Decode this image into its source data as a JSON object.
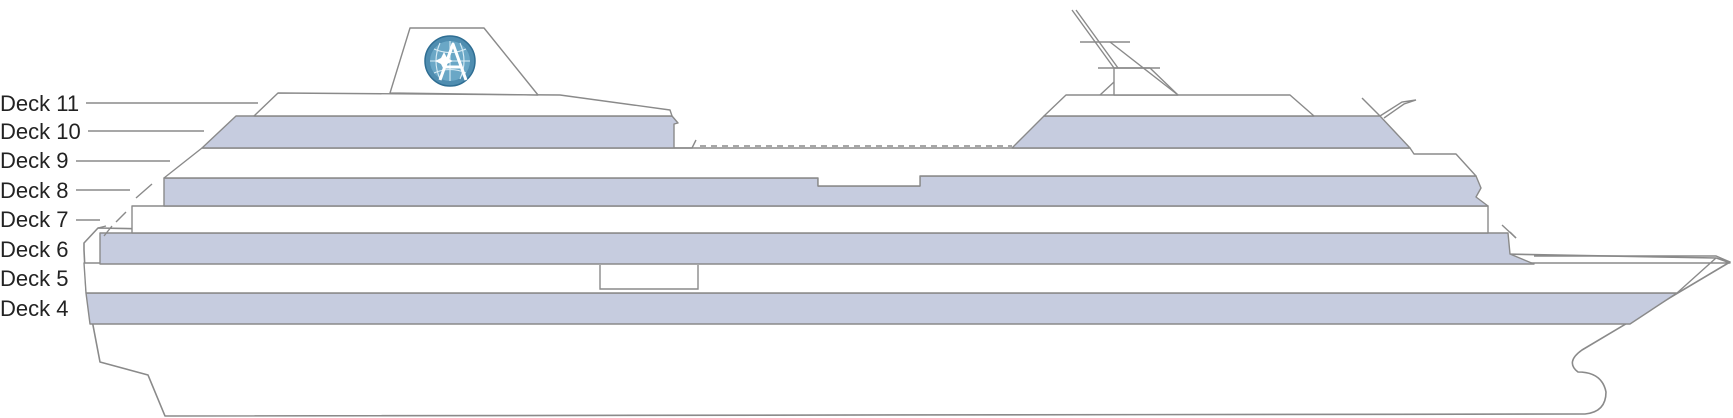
{
  "diagram": {
    "decks": [
      {
        "id": "deck-11",
        "label": "Deck 11"
      },
      {
        "id": "deck-10",
        "label": "Deck 10"
      },
      {
        "id": "deck-9",
        "label": "Deck 9"
      },
      {
        "id": "deck-8",
        "label": "Deck 8"
      },
      {
        "id": "deck-7",
        "label": "Deck 7"
      },
      {
        "id": "deck-6",
        "label": "Deck 6"
      },
      {
        "id": "deck-5",
        "label": "Deck 5"
      },
      {
        "id": "deck-4",
        "label": "Deck 4"
      }
    ],
    "colors": {
      "shaded_deck": "#c6ccdf",
      "outline": "#8a8a8a",
      "logo_outer": "#4f8db0",
      "logo_inner": "#3b7fa6",
      "label_text": "#222222"
    },
    "logo": {
      "icon": "globe-compass-logo"
    }
  }
}
